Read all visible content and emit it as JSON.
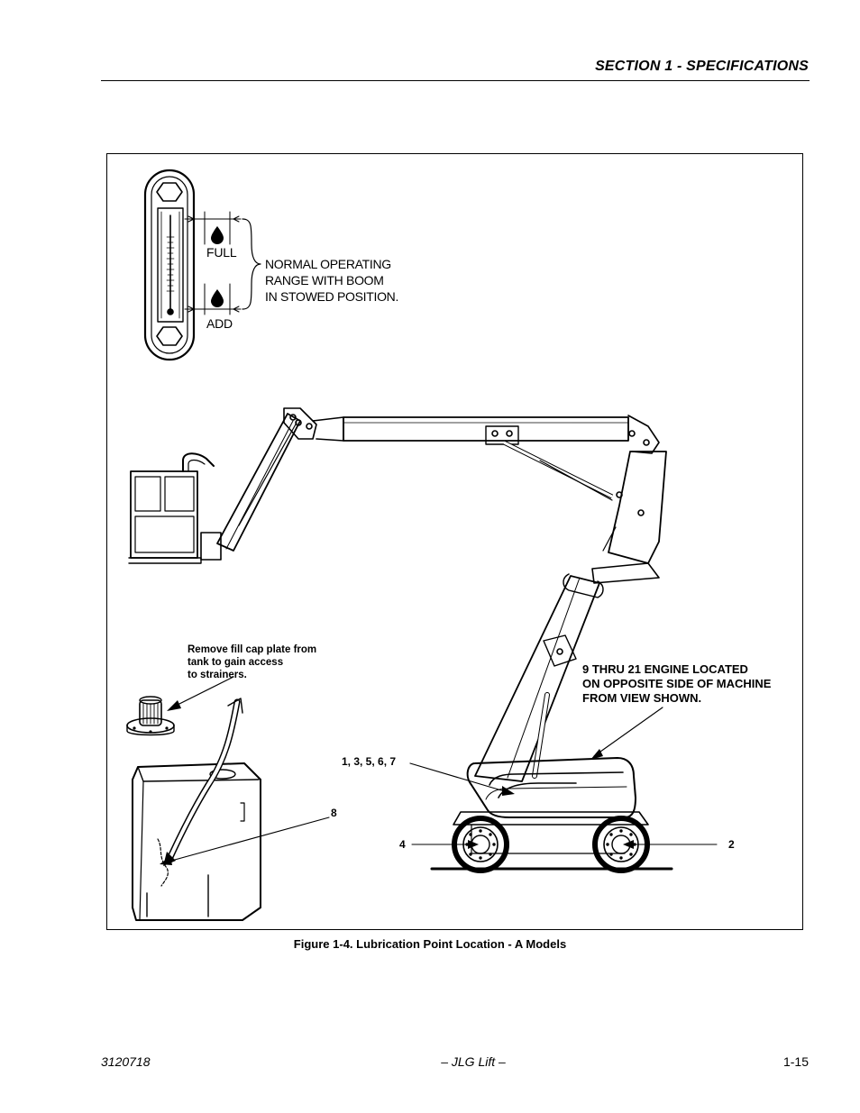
{
  "header": {
    "section_title": "SECTION 1 - SPECIFICATIONS"
  },
  "figure": {
    "gauge": {
      "full_label": "FULL",
      "add_label": "ADD",
      "range_note": [
        "NORMAL OPERATING",
        "RANGE WITH BOOM",
        "IN STOWED POSITION."
      ]
    },
    "fill_cap_note": [
      "Remove fill cap plate from",
      "tank to gain access",
      "to strainers."
    ],
    "engine_note": [
      "9 THRU 21 ENGINE LOCATED",
      "ON OPPOSITE SIDE OF MACHINE",
      "FROM VIEW SHOWN."
    ],
    "callouts": {
      "turntable": "1, 3, 5, 6, 7",
      "tank": "8",
      "rear_wheel": "4",
      "front_wheel": "2"
    },
    "caption": "Figure 1-4.  Lubrication Point Location - A Models"
  },
  "footer": {
    "doc_number": "3120718",
    "center": "– JLG Lift –",
    "page": "1-15"
  }
}
